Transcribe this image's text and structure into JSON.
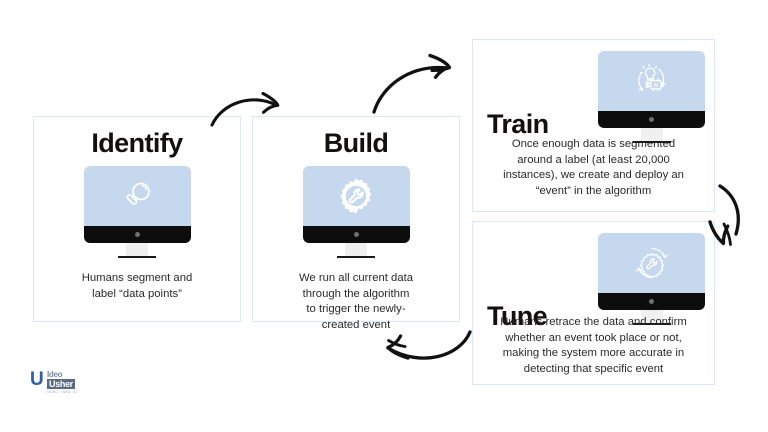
{
  "diagram": {
    "type": "process-cycle",
    "background_color": "#ffffff",
    "card_border_color": "#dbe7f5",
    "screen_color": "#c6d8ee",
    "chin_color": "#0d0d0d",
    "title_color": "#14100f",
    "body_color": "#2a2a2a",
    "arrow_color": "#111111"
  },
  "cards": [
    {
      "id": "identify",
      "title": "Identify",
      "body": "Humans segment and\nlabel “data points”",
      "icon": "magnifier-icon",
      "layout": "title-above"
    },
    {
      "id": "build",
      "title": "Build",
      "body": "We run all current data\nthrough the algorithm\nto trigger the newly-\ncreated event",
      "icon": "gear-wrench-icon",
      "layout": "title-above"
    },
    {
      "id": "train",
      "title": "Train",
      "body": "Once enough data is segmented\naround a label (at least 20,000\ninstances), we create and deploy an\n“event” in the algorithm",
      "icon": "ai-lightbulb-icon",
      "layout": "title-left"
    },
    {
      "id": "tune",
      "title": "Tune",
      "body": "Humans retrace the data and confirm\nwhether an event took place or not,\nmaking the system more accurate in\ndetecting that specific event",
      "icon": "gear-refresh-icon",
      "layout": "title-left"
    }
  ],
  "arrows": [
    {
      "id": "identify-to-build",
      "from": "identify",
      "to": "build",
      "direction": "right"
    },
    {
      "id": "build-to-train",
      "from": "build",
      "to": "train",
      "direction": "up-right"
    },
    {
      "id": "train-to-tune",
      "from": "train",
      "to": "tune",
      "direction": "down"
    },
    {
      "id": "tune-to-build",
      "from": "tune",
      "to": "build",
      "direction": "left"
    }
  ],
  "logo": {
    "mark": "U",
    "word_top": "Ideo",
    "word_bottom": "Usher",
    "tagline": "VIDEO · DATA · AI",
    "mark_color": "#2f5fa8"
  }
}
